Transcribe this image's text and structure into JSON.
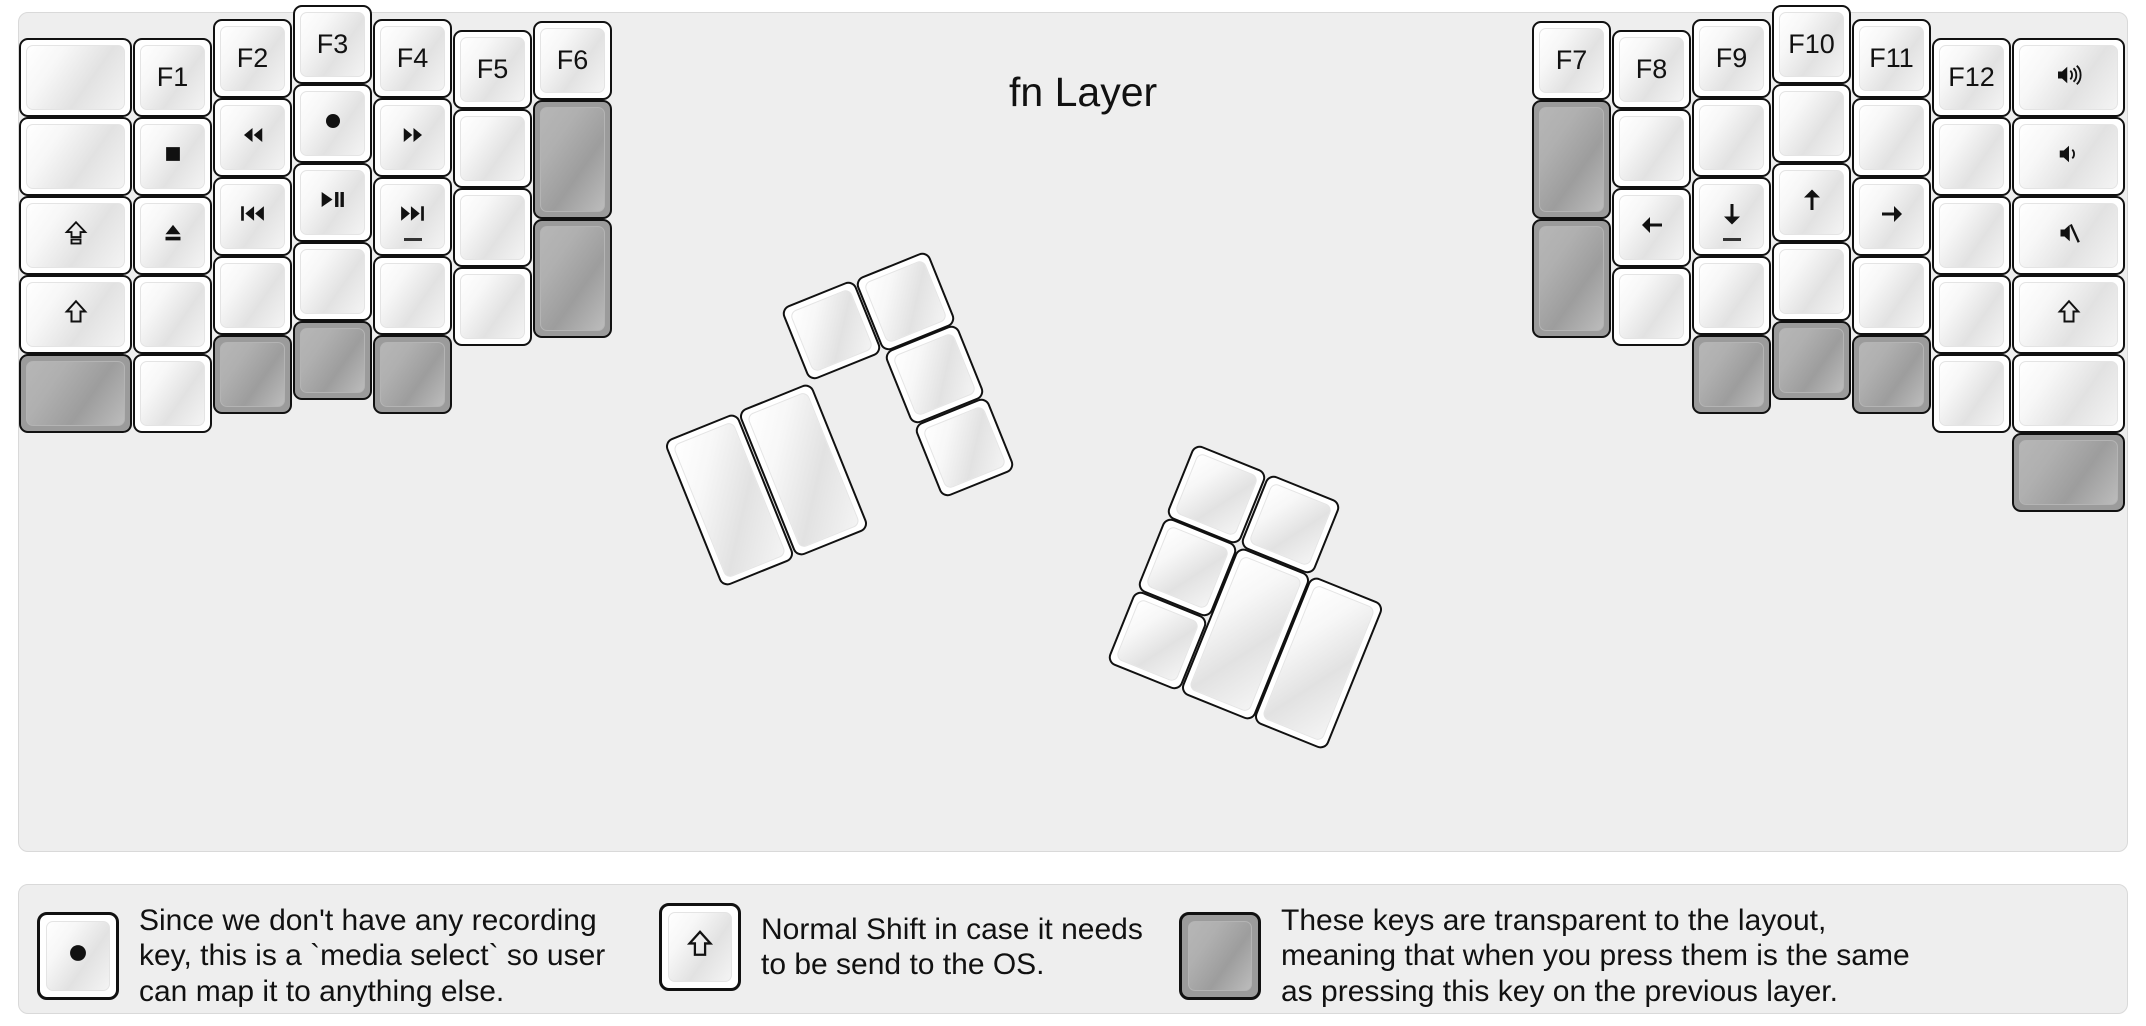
{
  "title": "fn Layer",
  "colors": {
    "background": "#eeeeee",
    "key_face": "#ffffff",
    "key_border": "#111111",
    "transparent_key": "#9b9b9b",
    "text": "#111111"
  },
  "keyboard": {
    "left_half": {
      "columns": [
        {
          "name": "col-1-pinky-outer",
          "keys": [
            {
              "label": "",
              "kind": "blank"
            },
            {
              "label": "",
              "kind": "blank"
            },
            {
              "label": "⇧",
              "kind": "glyph",
              "icon": "caps-lock-icon"
            },
            {
              "label": "⇧",
              "kind": "glyph",
              "icon": "shift-icon"
            },
            {
              "label": "",
              "kind": "transparent"
            }
          ]
        },
        {
          "name": "col-2-pinky",
          "keys": [
            {
              "label": "F1",
              "kind": "text"
            },
            {
              "label": "■",
              "kind": "glyph",
              "icon": "media-stop-icon"
            },
            {
              "label": "⏏",
              "kind": "glyph",
              "icon": "media-eject-icon"
            },
            {
              "label": "",
              "kind": "blank"
            },
            {
              "label": "",
              "kind": "blank"
            }
          ]
        },
        {
          "name": "col-3-ring",
          "keys": [
            {
              "label": "F2",
              "kind": "text"
            },
            {
              "label": "◀◀",
              "kind": "glyph",
              "icon": "media-rewind-icon"
            },
            {
              "label": "|◀◀",
              "kind": "glyph",
              "icon": "media-previous-icon"
            },
            {
              "label": "",
              "kind": "blank"
            },
            {
              "label": "",
              "kind": "transparent"
            }
          ]
        },
        {
          "name": "col-4-middle",
          "keys": [
            {
              "label": "F3",
              "kind": "text"
            },
            {
              "label": "●",
              "kind": "glyph",
              "icon": "media-record-icon"
            },
            {
              "label": "▶||",
              "kind": "glyph",
              "icon": "media-play-pause-icon"
            },
            {
              "label": "",
              "kind": "blank"
            },
            {
              "label": "",
              "kind": "transparent"
            }
          ]
        },
        {
          "name": "col-5-index",
          "keys": [
            {
              "label": "F4",
              "kind": "text"
            },
            {
              "label": "▶▶",
              "kind": "glyph",
              "icon": "media-fast-forward-icon"
            },
            {
              "label": "▶▶|",
              "kind": "glyph",
              "icon": "media-next-icon",
              "underscore": true
            },
            {
              "label": "",
              "kind": "blank"
            },
            {
              "label": "",
              "kind": "transparent"
            }
          ]
        },
        {
          "name": "col-6-index-inner",
          "keys": [
            {
              "label": "F5",
              "kind": "text"
            },
            {
              "label": "",
              "kind": "blank"
            },
            {
              "label": "",
              "kind": "blank"
            },
            {
              "label": "",
              "kind": "blank"
            }
          ]
        },
        {
          "name": "col-7-inner",
          "keys": [
            {
              "label": "F6",
              "kind": "text"
            },
            {
              "label": "",
              "kind": "transparent",
              "tall": true
            },
            {
              "label": "",
              "kind": "transparent",
              "tall": true
            }
          ]
        }
      ],
      "thumb_cluster": {
        "name": "left-thumb-cluster",
        "keys": [
          {
            "label": "",
            "kind": "blank",
            "shape": "tall"
          },
          {
            "label": "",
            "kind": "blank",
            "shape": "tall"
          },
          {
            "label": "",
            "kind": "blank",
            "shape": "square"
          },
          {
            "label": "",
            "kind": "blank",
            "shape": "square"
          },
          {
            "label": "",
            "kind": "blank",
            "shape": "square"
          },
          {
            "label": "",
            "kind": "blank",
            "shape": "square"
          }
        ]
      }
    },
    "right_half": {
      "columns": [
        {
          "name": "col-1-inner",
          "keys": [
            {
              "label": "F7",
              "kind": "text"
            },
            {
              "label": "",
              "kind": "transparent",
              "tall": true
            },
            {
              "label": "",
              "kind": "transparent",
              "tall": true
            }
          ]
        },
        {
          "name": "col-2-index-inner",
          "keys": [
            {
              "label": "F8",
              "kind": "text"
            },
            {
              "label": "",
              "kind": "blank"
            },
            {
              "label": "←",
              "kind": "glyph",
              "icon": "arrow-left-icon"
            },
            {
              "label": "",
              "kind": "blank"
            }
          ]
        },
        {
          "name": "col-3-index",
          "keys": [
            {
              "label": "F9",
              "kind": "text"
            },
            {
              "label": "",
              "kind": "blank"
            },
            {
              "label": "↓",
              "kind": "glyph",
              "icon": "arrow-down-icon",
              "underscore": true
            },
            {
              "label": "",
              "kind": "blank"
            },
            {
              "label": "",
              "kind": "transparent"
            }
          ]
        },
        {
          "name": "col-4-middle",
          "keys": [
            {
              "label": "F10",
              "kind": "text"
            },
            {
              "label": "",
              "kind": "blank"
            },
            {
              "label": "↑",
              "kind": "glyph",
              "icon": "arrow-up-icon"
            },
            {
              "label": "",
              "kind": "blank"
            },
            {
              "label": "",
              "kind": "transparent"
            }
          ]
        },
        {
          "name": "col-5-ring",
          "keys": [
            {
              "label": "F11",
              "kind": "text"
            },
            {
              "label": "",
              "kind": "blank"
            },
            {
              "label": "→",
              "kind": "glyph",
              "icon": "arrow-right-icon"
            },
            {
              "label": "",
              "kind": "blank"
            },
            {
              "label": "",
              "kind": "transparent"
            }
          ]
        },
        {
          "name": "col-6-pinky",
          "keys": [
            {
              "label": "F12",
              "kind": "text"
            },
            {
              "label": "",
              "kind": "blank"
            },
            {
              "label": "",
              "kind": "blank"
            },
            {
              "label": "",
              "kind": "blank"
            },
            {
              "label": "",
              "kind": "blank"
            }
          ]
        },
        {
          "name": "col-7-pinky-outer",
          "keys": [
            {
              "label": "🔊",
              "kind": "glyph",
              "icon": "volume-up-icon"
            },
            {
              "label": "🔉",
              "kind": "glyph",
              "icon": "volume-down-icon"
            },
            {
              "label": "🔇",
              "kind": "glyph",
              "icon": "volume-mute-icon"
            },
            {
              "label": "⇧",
              "kind": "glyph",
              "icon": "shift-icon"
            },
            {
              "label": "",
              "kind": "blank"
            },
            {
              "label": "",
              "kind": "transparent"
            }
          ]
        }
      ],
      "thumb_cluster": {
        "name": "right-thumb-cluster",
        "keys": [
          {
            "label": "",
            "kind": "blank",
            "shape": "square"
          },
          {
            "label": "",
            "kind": "blank",
            "shape": "square"
          },
          {
            "label": "",
            "kind": "blank",
            "shape": "square"
          },
          {
            "label": "",
            "kind": "blank",
            "shape": "square"
          },
          {
            "label": "",
            "kind": "blank",
            "shape": "tall"
          },
          {
            "label": "",
            "kind": "blank",
            "shape": "tall"
          }
        ]
      }
    }
  },
  "legend": [
    {
      "key_icon": "media-record-icon",
      "key_glyph": "●",
      "key_kind": "normal",
      "text": "Since we don't have any recording\nkey, this is a `media select` so user\ncan map it to anything else."
    },
    {
      "key_icon": "shift-icon",
      "key_glyph": "⇧",
      "key_kind": "normal",
      "text": "Normal Shift in case it needs\nto be send to the OS."
    },
    {
      "key_icon": "transparent-key-icon",
      "key_glyph": "",
      "key_kind": "transparent",
      "text": "These keys are transparent to the layout,\nmeaning that when you press them is the same\nas pressing this key on the previous layer."
    }
  ]
}
